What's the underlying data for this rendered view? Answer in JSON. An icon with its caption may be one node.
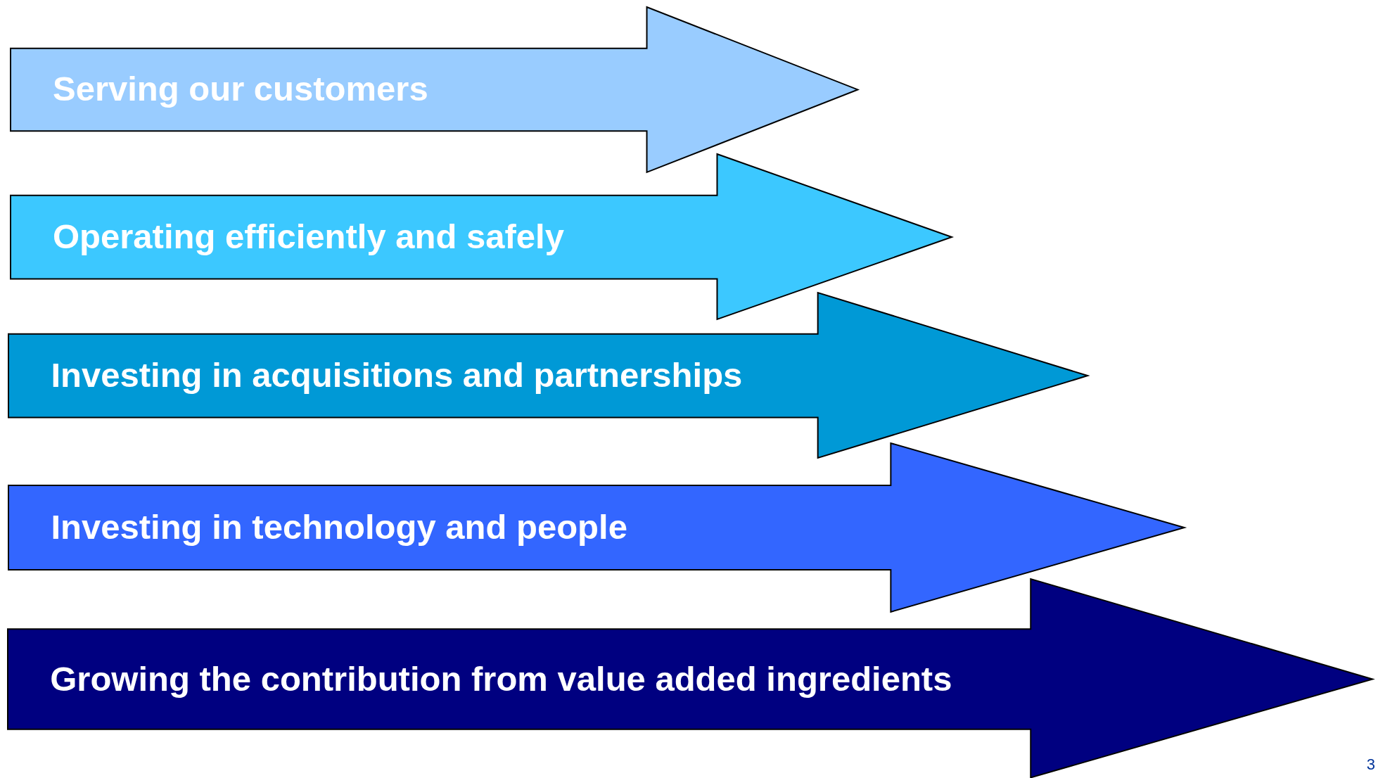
{
  "diagram": {
    "nodes": [
      {
        "text": [
          "Serving our customers"
        ]
      },
      {
        "text": [
          "Operating efficiently and safely"
        ]
      },
      {
        "text": [
          "Investing in acquisitions and partnerships"
        ]
      },
      {
        "text": [
          "Investing in technology and people"
        ]
      },
      {
        "text": [
          "Growing the contribution from value added ingredients"
        ]
      }
    ],
    "labels": [
      "3"
    ]
  }
}
